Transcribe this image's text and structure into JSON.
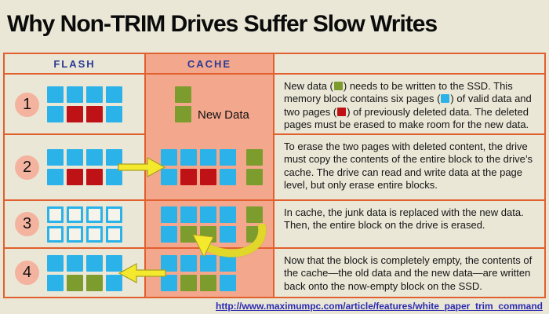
{
  "title": "Why Non-TRIM Drives Suffer Slow Writes",
  "source_link": "http://www.maximumpc.com/article/features/white_paper_trim_command",
  "colors": {
    "background": "#eae7d7",
    "cache_column": "#f3a88d",
    "row_number_circle": "#f4b39e",
    "table_border": "#e25f2e",
    "valid_page_blue": "#2bb3e9",
    "deleted_page_red": "#bf1217",
    "new_data_green": "#7d9c2e",
    "arrow_yellow": "#f4e92d",
    "header_text": "#2b3a94",
    "link_text": "#2a2ab0"
  },
  "table": {
    "flash_header": "FLASH",
    "cache_header": "CACHE",
    "rows": [
      {
        "number": "1",
        "arrow": "none",
        "flash_grid": [
          "blue",
          "blue",
          "blue",
          "blue",
          "blue",
          "red",
          "red",
          "blue"
        ],
        "cache_stack": [
          "green",
          "green"
        ],
        "cache_label": "New Data",
        "text_segments": [
          {
            "t": "New data ("
          },
          {
            "sq": "green"
          },
          {
            "t": ") needs to be written to the SSD. This memory block contains six pages ("
          },
          {
            "sq": "blue"
          },
          {
            "t": ") of valid data and two pages ("
          },
          {
            "sq": "red"
          },
          {
            "t": ") of previously deleted data. The deleted pages must be erased to make room for the new data."
          }
        ]
      },
      {
        "number": "2",
        "arrow": "right",
        "flash_grid": [
          "blue",
          "blue",
          "blue",
          "blue",
          "blue",
          "red",
          "red",
          "blue"
        ],
        "cache_grid": [
          "blue",
          "blue",
          "blue",
          "blue",
          "blue",
          "red",
          "red",
          "blue"
        ],
        "cache_stack": [
          "green",
          "green"
        ],
        "text_segments": [
          {
            "t": "To erase the two pages with deleted content, the drive must copy the contents of the entire block to the drive’s cache. The drive can read and write data at the page level, but only erase entire blocks."
          }
        ]
      },
      {
        "number": "3",
        "arrow": "curved",
        "flash_grid": [
          "empty",
          "empty",
          "empty",
          "empty",
          "empty",
          "empty",
          "empty",
          "empty"
        ],
        "cache_grid": [
          "blue",
          "blue",
          "blue",
          "blue",
          "blue",
          "green",
          "green",
          "blue"
        ],
        "cache_stack": [
          "green",
          "green"
        ],
        "text_segments": [
          {
            "t": "In cache, the junk data is replaced with the new data. Then, the entire block on the drive is erased."
          }
        ]
      },
      {
        "number": "4",
        "arrow": "left",
        "flash_grid": [
          "blue",
          "blue",
          "blue",
          "blue",
          "blue",
          "green",
          "green",
          "blue"
        ],
        "cache_grid": [
          "blue",
          "blue",
          "blue",
          "blue",
          "blue",
          "green",
          "green",
          "blue"
        ],
        "text_segments": [
          {
            "t": "Now that the block is completely empty, the contents of the cache—the old data and the new data—are written back onto the now-empty block on the SSD."
          }
        ]
      }
    ]
  }
}
